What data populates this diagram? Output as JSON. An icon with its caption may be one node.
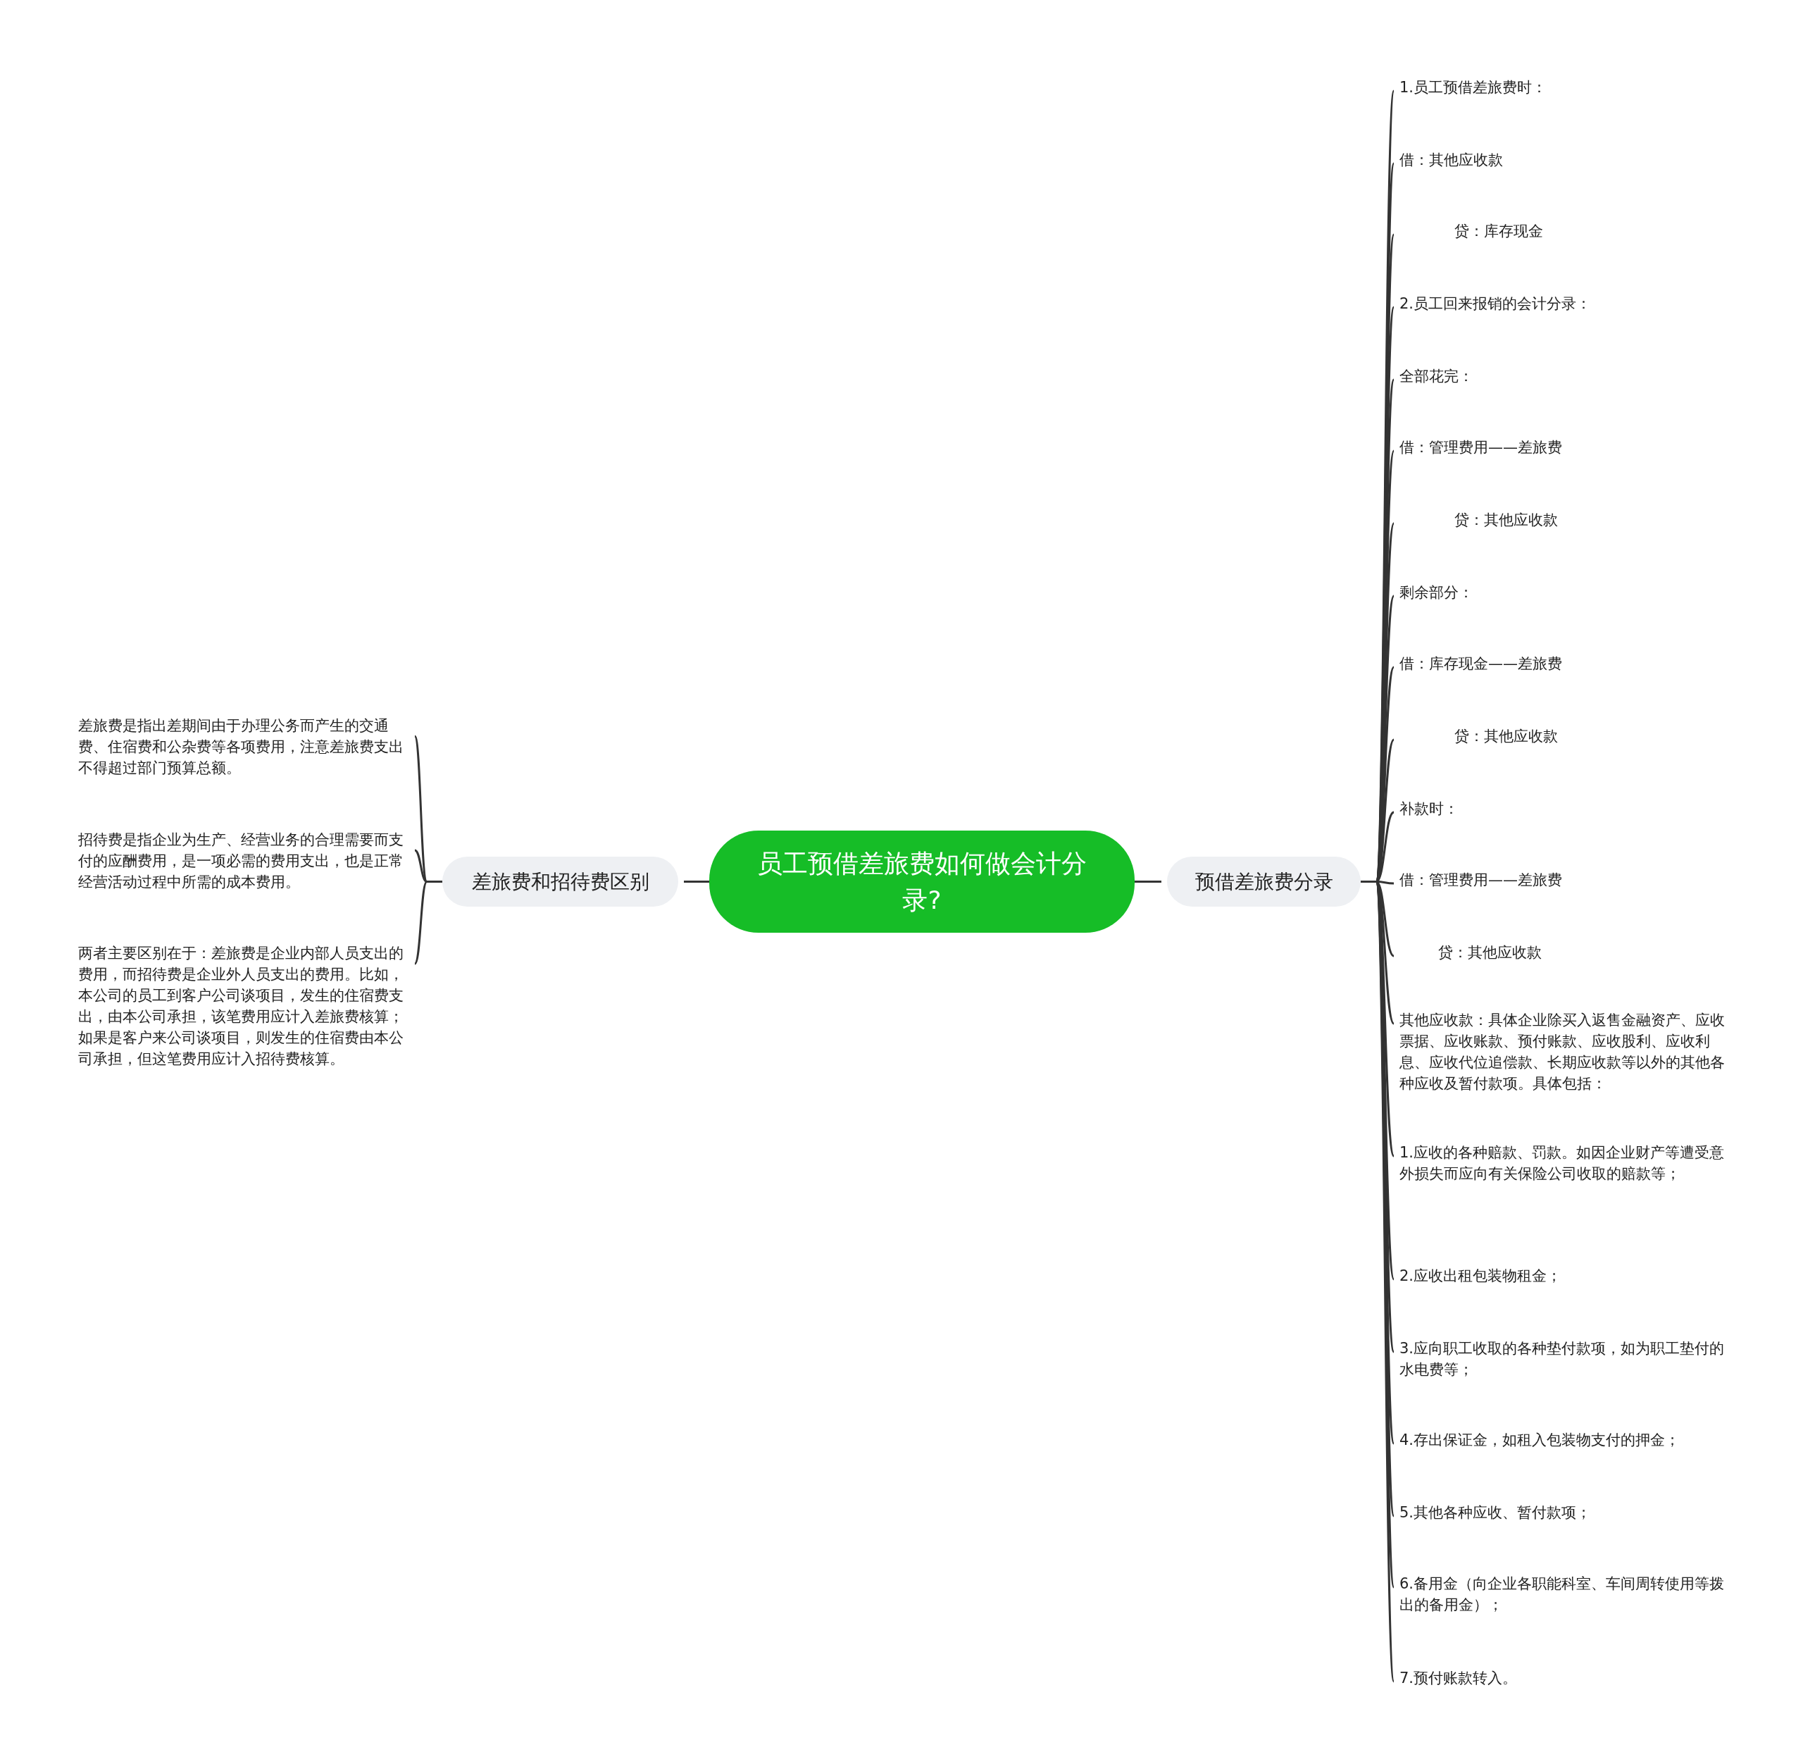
{
  "diagram": {
    "nodes": [
      {
        "text": [
          "员工预借差旅费如何做会计分录?"
        ]
      },
      {
        "text": [
          "差旅费和招待费区别"
        ]
      },
      {
        "text": [
          "差旅费是指出差期间由于办理公务而产生的交通费、住宿费和公杂费等各项费用，注意差旅费支出不得超过部门预算总额。"
        ]
      },
      {
        "text": [
          "招待费是指企业为生产、经营业务的合理需要而支付的应酬费用，是一项必需的费用支出，也是正常经营活动过程中所需的成本费用。"
        ]
      },
      {
        "text": [
          "两者主要区别在于：差旅费是企业内部人员支出的费用，而招待费是企业外人员支出的费用。比如，本公司的员工到客户公司谈项目，发生的住宿费支出，由本公司承担，该笔费用应计入差旅费核算；如果是客户来公司谈项目，则发生的住宿费由本公司承担，但这笔费用应计入招待费核算。"
        ]
      },
      {
        "text": [
          "预借差旅费分录"
        ]
      },
      {
        "text": [
          "1.员工预借差旅费时："
        ]
      },
      {
        "text": [
          "借：其他应收款"
        ]
      },
      {
        "text": [
          "贷：库存现金"
        ]
      },
      {
        "text": [
          "2.员工回来报销的会计分录："
        ]
      },
      {
        "text": [
          "全部花完："
        ]
      },
      {
        "text": [
          "借：管理费用——差旅费"
        ]
      },
      {
        "text": [
          "贷：其他应收款"
        ]
      },
      {
        "text": [
          "剩余部分："
        ]
      },
      {
        "text": [
          "借：库存现金——差旅费"
        ]
      },
      {
        "text": [
          "贷：其他应收款"
        ]
      },
      {
        "text": [
          "补款时："
        ]
      },
      {
        "text": [
          "借：管理费用——差旅费"
        ]
      },
      {
        "text": [
          "贷：其他应收款"
        ]
      },
      {
        "text": [
          "其他应收款：具体企业除买入返售金融资产、应收票据、应收账款、预付账款、应收股利、应收利息、应收代位追偿款、长期应收款等以外的其他各种应收及暂付款项。具体包括："
        ]
      },
      {
        "text": [
          "1.应收的各种赔款、罚款。如因企业财产等遭受意外损失而应向有关保险公司收取的赔款等；"
        ]
      },
      {
        "text": [
          "2.应收出租包装物租金；"
        ]
      },
      {
        "text": [
          "3.应向职工收取的各种垫付款项，如为职工垫付的水电费等；"
        ]
      },
      {
        "text": [
          "4.存出保证金，如租入包装物支付的押金；"
        ]
      },
      {
        "text": [
          "5.其他各种应收、暂付款项；"
        ]
      },
      {
        "text": [
          "6.备用金（向企业各职能科室、车间周转使用等拨出的备用金）；"
        ]
      },
      {
        "text": [
          "7.预付账款转入。"
        ]
      }
    ],
    "edges": [
      {
        "from": 0,
        "to": 1,
        "arrow": "none"
      },
      {
        "from": 1,
        "to": 2,
        "arrow": "none"
      },
      {
        "from": 1,
        "to": 3,
        "arrow": "none"
      },
      {
        "from": 1,
        "to": 4,
        "arrow": "none"
      },
      {
        "from": 0,
        "to": 5,
        "arrow": "none"
      },
      {
        "from": 5,
        "to": 6,
        "arrow": "none"
      },
      {
        "from": 5,
        "to": 7,
        "arrow": "none"
      },
      {
        "from": 5,
        "to": 8,
        "arrow": "none"
      },
      {
        "from": 5,
        "to": 9,
        "arrow": "none"
      },
      {
        "from": 5,
        "to": 10,
        "arrow": "none"
      },
      {
        "from": 5,
        "to": 11,
        "arrow": "none"
      },
      {
        "from": 5,
        "to": 12,
        "arrow": "none"
      },
      {
        "from": 5,
        "to": 13,
        "arrow": "none"
      },
      {
        "from": 5,
        "to": 14,
        "arrow": "none"
      },
      {
        "from": 5,
        "to": 15,
        "arrow": "none"
      },
      {
        "from": 5,
        "to": 16,
        "arrow": "none"
      },
      {
        "from": 5,
        "to": 17,
        "arrow": "none"
      },
      {
        "from": 5,
        "to": 18,
        "arrow": "none"
      },
      {
        "from": 5,
        "to": 19,
        "arrow": "none"
      },
      {
        "from": 5,
        "to": 20,
        "arrow": "none"
      },
      {
        "from": 5,
        "to": 21,
        "arrow": "none"
      },
      {
        "from": 5,
        "to": 22,
        "arrow": "none"
      },
      {
        "from": 5,
        "to": 23,
        "arrow": "none"
      },
      {
        "from": 5,
        "to": 24,
        "arrow": "none"
      },
      {
        "from": 5,
        "to": 25,
        "arrow": "none"
      },
      {
        "from": 5,
        "to": 26,
        "arrow": "none"
      }
    ]
  }
}
